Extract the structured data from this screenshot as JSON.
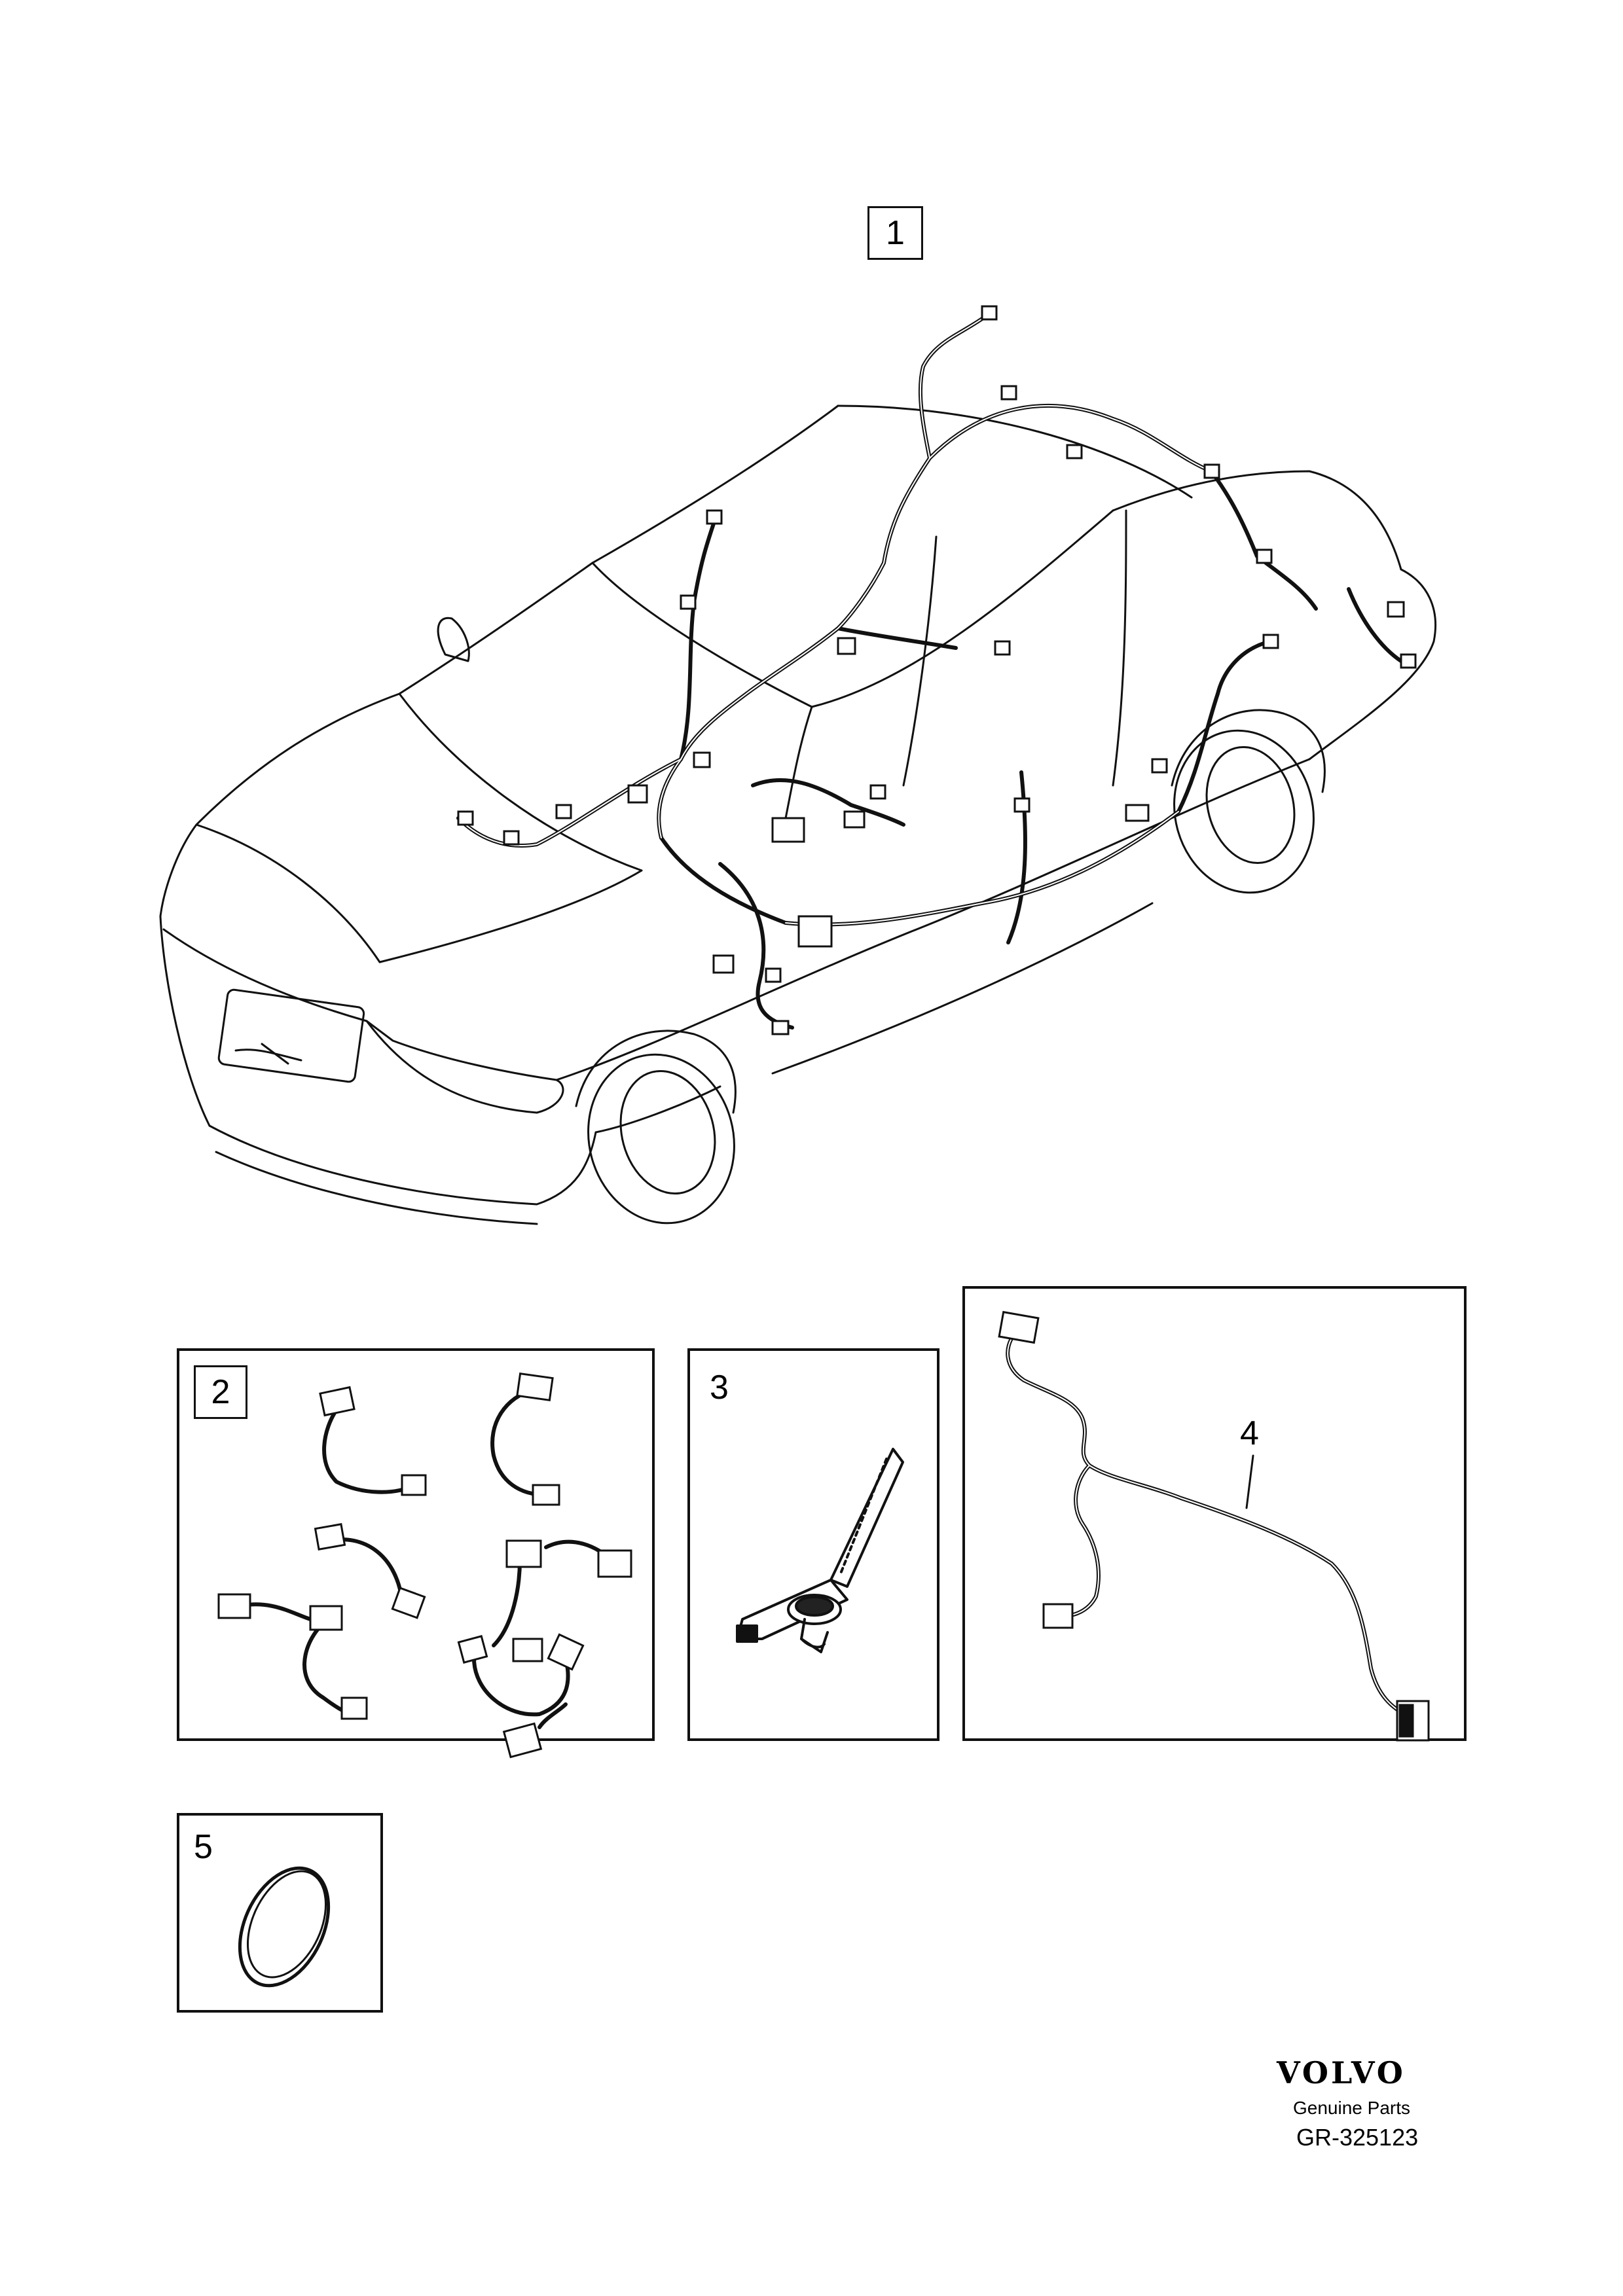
{
  "callouts": {
    "main_harness": "1",
    "repair_harnesses": "2",
    "cable_clip": "3",
    "sensor_harness": "4",
    "grommet": "5"
  },
  "footer": {
    "brand": "VOLVO",
    "subtitle": "Genuine Parts",
    "diagram_code": "GR-325123"
  },
  "icons": [
    "car-wiring-illustration",
    "harness-connector-icon",
    "cable-tie-icon",
    "grommet-icon",
    "volvo-logo"
  ]
}
